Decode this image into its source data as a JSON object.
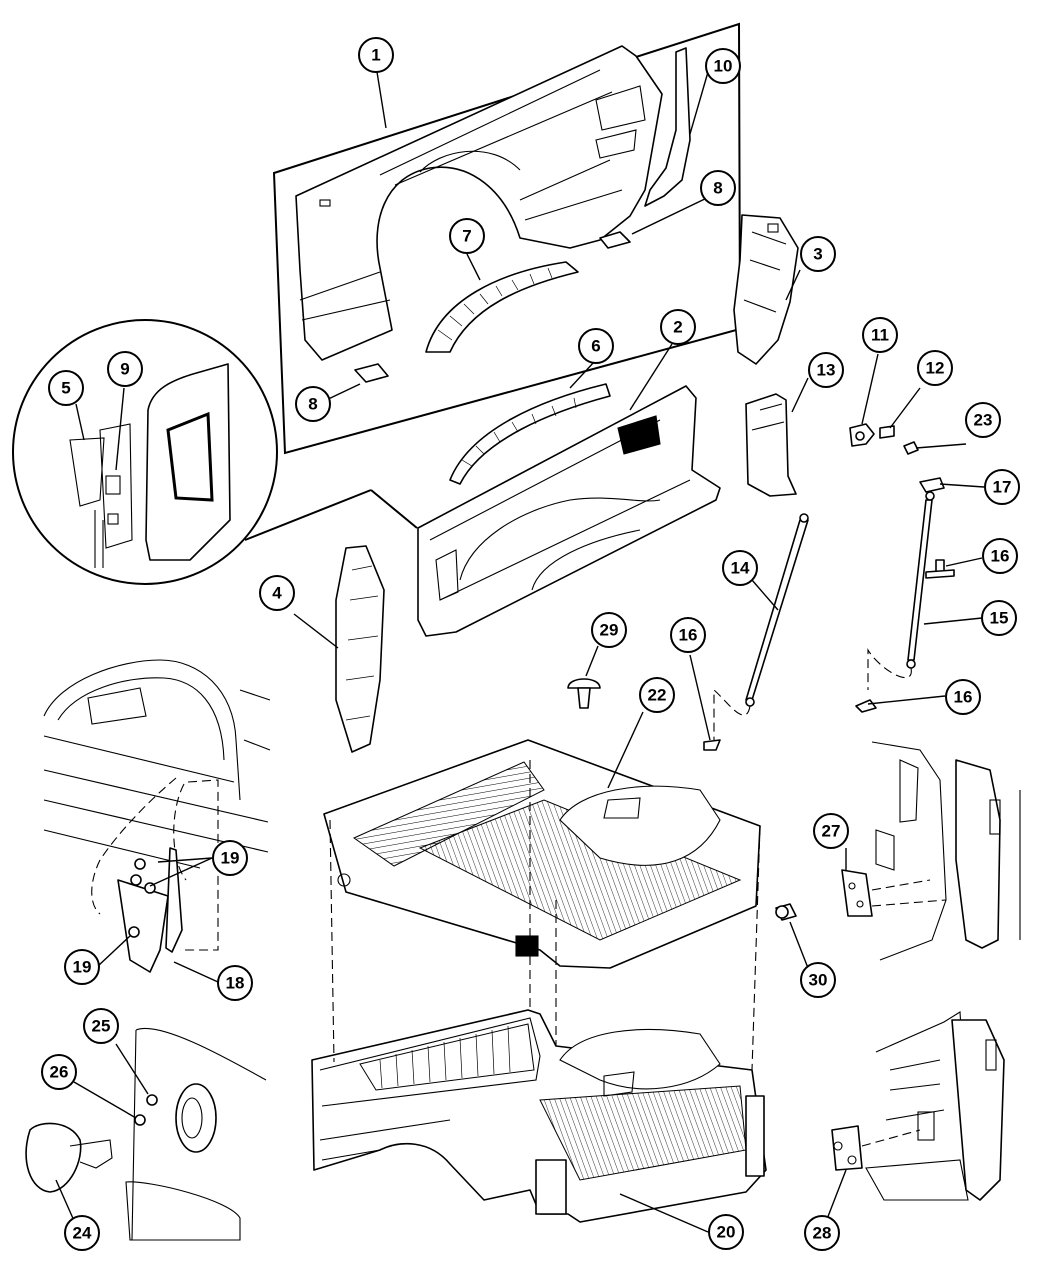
{
  "callouts": [
    {
      "id": "c1",
      "label": "1"
    },
    {
      "id": "c2",
      "label": "2"
    },
    {
      "id": "c3",
      "label": "3"
    },
    {
      "id": "c4",
      "label": "4"
    },
    {
      "id": "c5",
      "label": "5"
    },
    {
      "id": "c6",
      "label": "6"
    },
    {
      "id": "c7",
      "label": "7"
    },
    {
      "id": "c8a",
      "label": "8"
    },
    {
      "id": "c8b",
      "label": "8"
    },
    {
      "id": "c9",
      "label": "9"
    },
    {
      "id": "c10",
      "label": "10"
    },
    {
      "id": "c11",
      "label": "11"
    },
    {
      "id": "c12",
      "label": "12"
    },
    {
      "id": "c13",
      "label": "13"
    },
    {
      "id": "c14",
      "label": "14"
    },
    {
      "id": "c15",
      "label": "15"
    },
    {
      "id": "c16a",
      "label": "16"
    },
    {
      "id": "c16b",
      "label": "16"
    },
    {
      "id": "c16c",
      "label": "16"
    },
    {
      "id": "c17",
      "label": "17"
    },
    {
      "id": "c18",
      "label": "18"
    },
    {
      "id": "c19a",
      "label": "19"
    },
    {
      "id": "c19b",
      "label": "19"
    },
    {
      "id": "c20",
      "label": "20"
    },
    {
      "id": "c22",
      "label": "22"
    },
    {
      "id": "c23",
      "label": "23"
    },
    {
      "id": "c24",
      "label": "24"
    },
    {
      "id": "c25",
      "label": "25"
    },
    {
      "id": "c26",
      "label": "26"
    },
    {
      "id": "c27",
      "label": "27"
    },
    {
      "id": "c28",
      "label": "28"
    },
    {
      "id": "c29",
      "label": "29"
    },
    {
      "id": "c30",
      "label": "30"
    }
  ]
}
